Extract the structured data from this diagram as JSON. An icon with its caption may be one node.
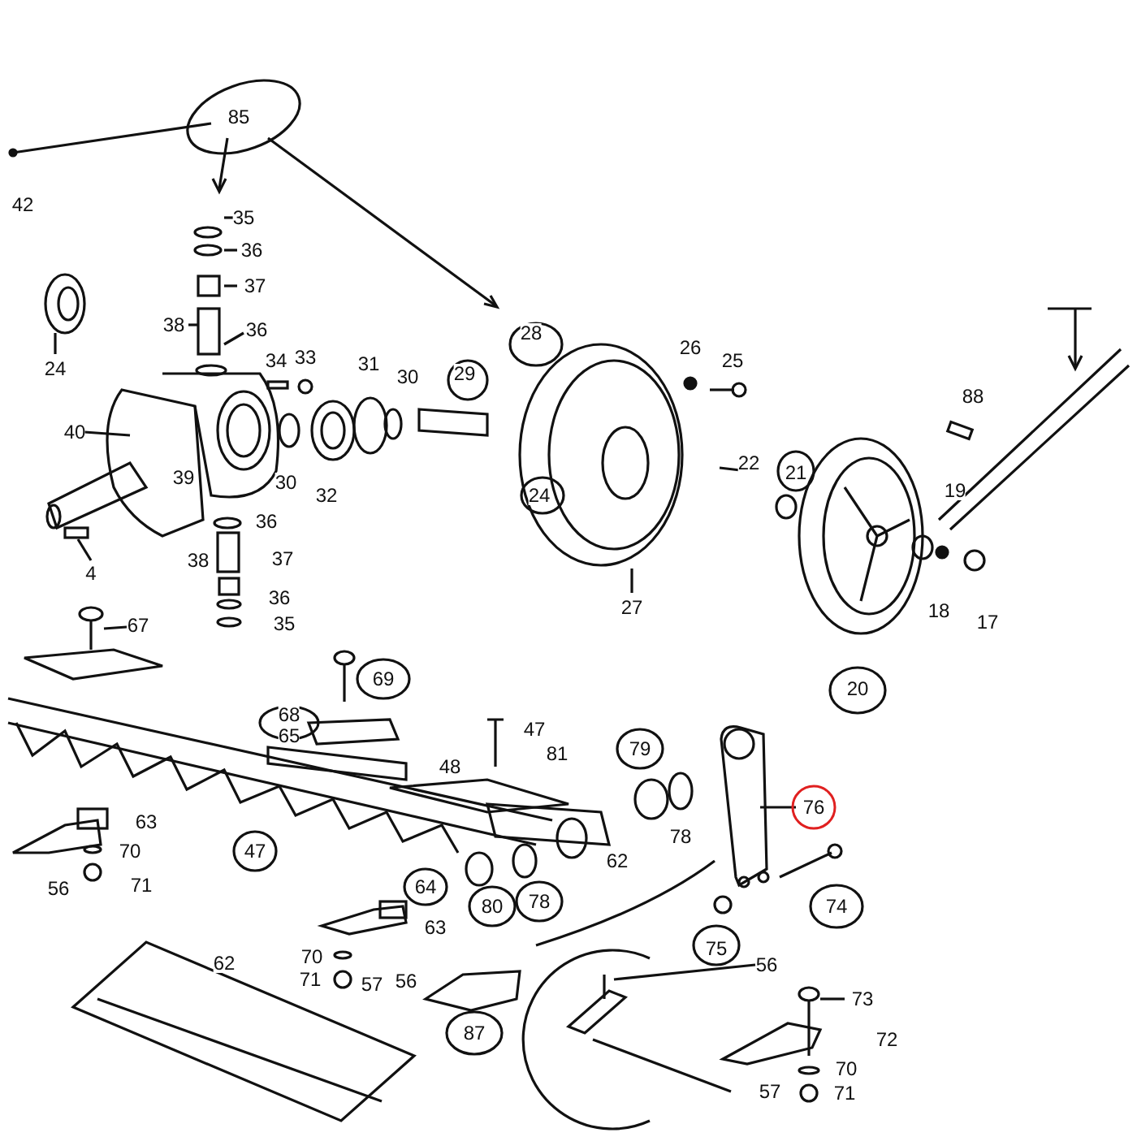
{
  "diagram": {
    "labels": [
      "85",
      "42",
      "35",
      "36",
      "37",
      "38",
      "36",
      "24",
      "34",
      "33",
      "31",
      "30",
      "29",
      "28",
      "26",
      "25",
      "88",
      "40",
      "22",
      "21",
      "24",
      "39",
      "30",
      "32",
      "19",
      "36",
      "4",
      "38",
      "37",
      "18",
      "17",
      "27",
      "36",
      "67",
      "35",
      "20",
      "69",
      "68",
      "47",
      "79",
      "65",
      "81",
      "48",
      "76",
      "63",
      "70",
      "47",
      "62",
      "56",
      "71",
      "74",
      "64",
      "80",
      "78",
      "78",
      "63",
      "75",
      "70",
      "56",
      "73",
      "71",
      "57",
      "56",
      "62",
      "72",
      "87",
      "70",
      "57",
      "71"
    ]
  }
}
